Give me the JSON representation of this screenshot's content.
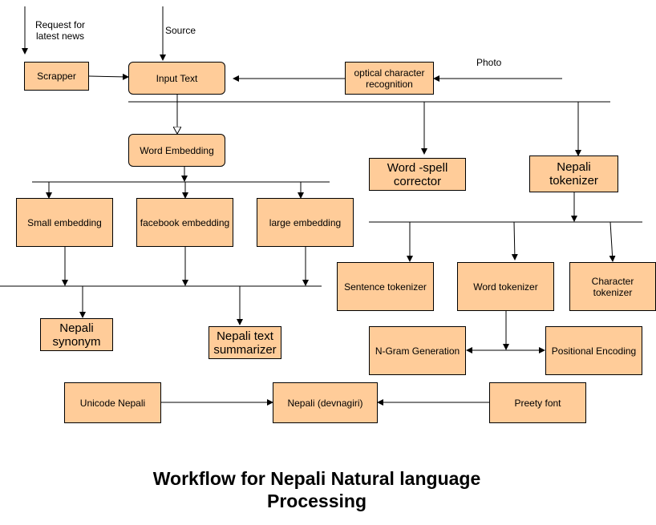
{
  "nodes": {
    "scrapper": "Scrapper",
    "input_text": "Input Text",
    "ocr": "optical character recognition",
    "word_embedding": "Word Embedding",
    "small_embedding": "Small embedding",
    "facebook_embedding": "facebook embedding",
    "large_embedding": "large embedding",
    "nepali_synonym": "Nepali synonym",
    "nepali_text_summarizer": "Nepali text summarizer",
    "word_spell_corrector": "Word -spell corrector",
    "nepali_tokenizer": "Nepali tokenizer",
    "sentence_tokenizer": "Sentence tokenizer",
    "word_tokenizer": "Word tokenizer",
    "character_tokenizer": "Character tokenizer",
    "ngram_generation": "N-Gram Generation",
    "positional_encoding": "Positional Encoding",
    "unicode_nepali": "Unicode Nepali",
    "nepali_devnagiri": "Nepali (devnagiri)",
    "preety_font": "Preety font"
  },
  "labels": {
    "request": "Request for latest news",
    "source": "Source",
    "photo": "Photo"
  },
  "title": "Workflow for Nepali Natural language Processing",
  "colors": {
    "node_fill": "#ffcc99",
    "stroke": "#000000"
  }
}
